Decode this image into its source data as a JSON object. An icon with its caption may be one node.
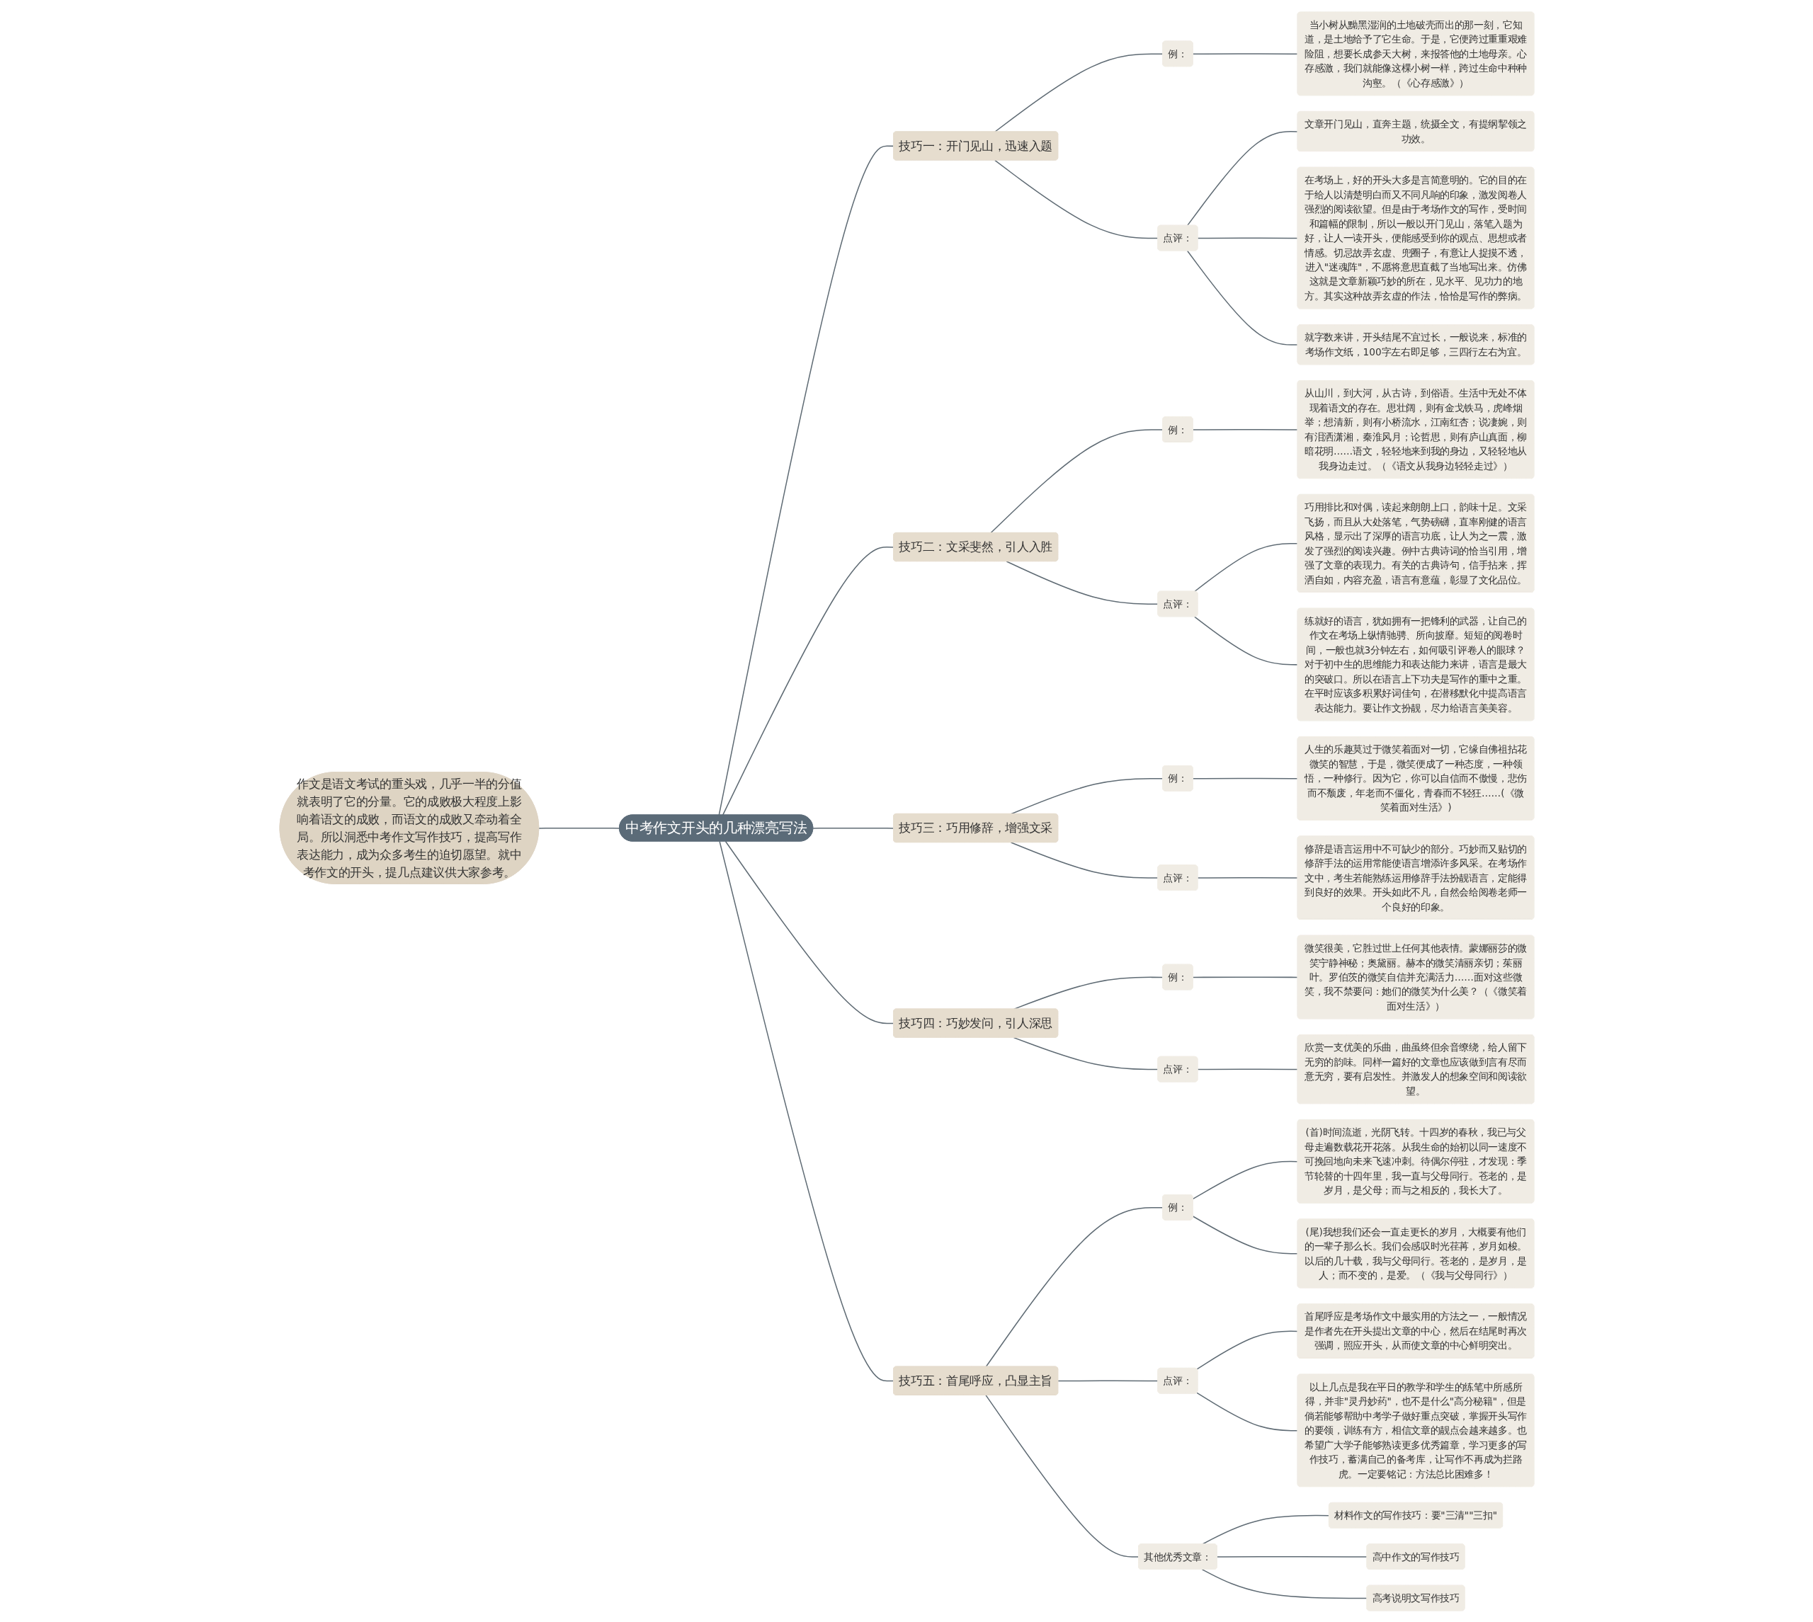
{
  "diagram": {
    "nodes": [
      {
        "text": [
          "中考作文开头的几种漂亮写法"
        ]
      },
      {
        "text": [
          "作文是语文考试的重头戏，几乎一半的分值就表明了它的分量。它的成败极大程度上影响着语文的成败，而语文的成败又牵动着全局。所以洞悉中考作文写作技巧，提高写作表达能力，成为众多考生的迫切愿望。就中考作文的开头，提几点建议供大家参考。"
        ]
      },
      {
        "text": [
          "技巧一：开门见山，迅速入题"
        ]
      },
      {
        "text": [
          "例："
        ]
      },
      {
        "text": [
          "当小树从黝黑湿润的土地破壳而出的那一刻，它知道，是土地给予了它生命。于是，它便跨过重重艰难险阻，想要长成参天大树，来报答他的土地母亲。心存感激，我们就能像这棵小树一样，跨过生命中种种沟壑。（《心存感激》）"
        ]
      },
      {
        "text": [
          "点评："
        ]
      },
      {
        "text": [
          "文章开门见山，直奔主题，统摄全文，有提纲挈领之功效。"
        ]
      },
      {
        "text": [
          "在考场上，好的开头大多是言简意明的。它的目的在于给人以清楚明白而又不同凡响的印象，激发阅卷人强烈的阅读欲望。但是由于考场作文的写作，受时间和篇幅的限制，所以一般以开门见山，落笔入题为好，让人一读开头，便能感受到你的观点、思想或者情感。切忌故弄玄虚、兜圈子，有意让人捉摸不透，进入\"迷魂阵\"，不愿将意思直截了当地写出来。仿佛这就是文章新颖巧妙的所在，见水平、见功力的地方。其实这种故弄玄虚的作法，恰恰是写作的弊病。"
        ]
      },
      {
        "text": [
          "就字数来讲，开头结尾不宜过长，一般说来，标准的考场作文纸，100字左右即足够，三四行左右为宜。"
        ]
      },
      {
        "text": [
          "技巧二：文采斐然，引人入胜"
        ]
      },
      {
        "text": [
          "例："
        ]
      },
      {
        "text": [
          "从山川，到大河，从古诗，到俗语。生活中无处不体现着语文的存在。思壮阔，则有金戈铁马，虎峰烟举；想清新，则有小桥流水，江南红杏；说凄婉，则有泪洒潇湘，秦淮风月；论哲思，则有庐山真面，柳暗花明……语文，轻轻地来到我的身边，又轻轻地从我身边走过。（《语文从我身边轻轻走过》）"
        ]
      },
      {
        "text": [
          "点评："
        ]
      },
      {
        "text": [
          "巧用排比和对偶，读起来朗朗上口，韵味十足。文采飞扬，而且从大处落笔，气势磅礴，直率刚健的语言风格，显示出了深厚的语言功底，让人为之一震，激发了强烈的阅读兴趣。例中古典诗词的恰当引用，增强了文章的表现力。有关的古典诗句，信手拈来，挥洒自如，内容充盈，语言有意蕴，彰显了文化品位。"
        ]
      },
      {
        "text": [
          "练就好的语言，犹如拥有一把锋利的武器，让自己的作文在考场上纵情驰骋、所向披靡。短短的阅卷时间，一般也就3分钟左右，如何吸引评卷人的眼球？对于初中生的思维能力和表达能力来讲，语言是最大的突破口。所以在语言上下功夫是写作的重中之重。在平时应该多积累好词佳句，在潜移默化中提高语言表达能力。要让作文扮靓，尽力给语言美美容。"
        ]
      },
      {
        "text": [
          "技巧三：巧用修辞，增强文采"
        ]
      },
      {
        "text": [
          "例："
        ]
      },
      {
        "text": [
          "人生的乐趣莫过于微笑着面对一切，它缘自佛祖拈花微笑的智慧，于是，微笑便成了一种态度，一种领悟，一种修行。因为它，你可以自信而不傲慢，悲伤而不颓废，年老而不僵化，青春而不轻狂……(《微笑着面对生活》)"
        ]
      },
      {
        "text": [
          "点评："
        ]
      },
      {
        "text": [
          "修辞是语言运用中不可缺少的部分。巧妙而又贴切的修辞手法的运用常能使语言增添许多风采。在考场作文中，考生若能熟练运用修辞手法扮靓语言，定能得到良好的效果。开头如此不凡，自然会给阅卷老师一个良好的印象。"
        ]
      },
      {
        "text": [
          "技巧四：巧妙发问，引人深思"
        ]
      },
      {
        "text": [
          "例："
        ]
      },
      {
        "text": [
          "微笑很美，它胜过世上任何其他表情。蒙娜丽莎的微笑宁静神秘；奥黛丽。赫本的微笑清丽亲切；茱丽叶。罗伯茨的微笑自信并充满活力……面对这些微笑，我不禁要问：她们的微笑为什么美？（《微笑着面对生活》）"
        ]
      },
      {
        "text": [
          "点评："
        ]
      },
      {
        "text": [
          "欣赏一支优美的乐曲，曲虽终但余音缭绕，给人留下无穷的韵味。同样一篇好的文章也应该做到言有尽而意无穷，要有启发性。并激发人的想象空间和阅读欲望。"
        ]
      },
      {
        "text": [
          "技巧五：首尾呼应，凸显主旨"
        ]
      },
      {
        "text": [
          "例："
        ]
      },
      {
        "text": [
          "(首)时间流逝，光阴飞转。十四岁的春秋，我已与父母走遍数载花开花落。从我生命的始初以同一速度不可挽回地向未来飞速冲刺。待偶尔停驻，才发现：季节轮替的十四年里，我一直与父母同行。苍老的，是岁月，是父母；而与之相反的，我长大了。"
        ]
      },
      {
        "text": [
          "(尾)我想我们还会一直走更长的岁月，大概要有他们的一辈子那么长。我们会感叹时光荏苒，岁月如梭。以后的几十载，我与父母同行。苍老的，是岁月，是人；而不变的，是爱。（《我与父母同行》）"
        ]
      },
      {
        "text": [
          "点评："
        ]
      },
      {
        "text": [
          "首尾呼应是考场作文中最实用的方法之一，一般情况是作者先在开头提出文章的中心，然后在结尾时再次强调，照应开头，从而使文章的中心鲜明突出。"
        ]
      },
      {
        "text": [
          "以上几点是我在平日的教学和学生的练笔中所感所得，并非\"灵丹妙药\"，也不是什么\"高分秘籍\"，但是倘若能够帮助中考学子做好重点突破，掌握开头写作的要领，训练有方，相信文章的靓点会越来越多。也希望广大学子能够熟读更多优秀篇章，学习更多的写作技巧，蓄满自己的备考库，让写作不再成为拦路虎。一定要铭记：方法总比困难多！"
        ]
      },
      {
        "text": [
          "其他优秀文章："
        ]
      },
      {
        "text": [
          "材料作文的写作技巧：要\"三清\"\"三扣\""
        ]
      },
      {
        "text": [
          "高中作文的写作技巧"
        ]
      },
      {
        "text": [
          "高考说明文写作技巧"
        ]
      }
    ],
    "edges": [
      {
        "from": 0,
        "to": 1,
        "arrow": "none"
      },
      {
        "from": 0,
        "to": 2,
        "arrow": "none"
      },
      {
        "from": 2,
        "to": 3,
        "arrow": "none"
      },
      {
        "from": 3,
        "to": 4,
        "arrow": "none"
      },
      {
        "from": 2,
        "to": 5,
        "arrow": "none"
      },
      {
        "from": 5,
        "to": 6,
        "arrow": "none"
      },
      {
        "from": 5,
        "to": 7,
        "arrow": "none"
      },
      {
        "from": 5,
        "to": 8,
        "arrow": "none"
      },
      {
        "from": 0,
        "to": 9,
        "arrow": "none"
      },
      {
        "from": 9,
        "to": 10,
        "arrow": "none"
      },
      {
        "from": 10,
        "to": 11,
        "arrow": "none"
      },
      {
        "from": 9,
        "to": 12,
        "arrow": "none"
      },
      {
        "from": 12,
        "to": 13,
        "arrow": "none"
      },
      {
        "from": 12,
        "to": 14,
        "arrow": "none"
      },
      {
        "from": 0,
        "to": 15,
        "arrow": "none"
      },
      {
        "from": 15,
        "to": 16,
        "arrow": "none"
      },
      {
        "from": 16,
        "to": 17,
        "arrow": "none"
      },
      {
        "from": 15,
        "to": 18,
        "arrow": "none"
      },
      {
        "from": 18,
        "to": 19,
        "arrow": "none"
      },
      {
        "from": 0,
        "to": 20,
        "arrow": "none"
      },
      {
        "from": 20,
        "to": 21,
        "arrow": "none"
      },
      {
        "from": 21,
        "to": 22,
        "arrow": "none"
      },
      {
        "from": 20,
        "to": 23,
        "arrow": "none"
      },
      {
        "from": 23,
        "to": 24,
        "arrow": "none"
      },
      {
        "from": 0,
        "to": 25,
        "arrow": "none"
      },
      {
        "from": 25,
        "to": 26,
        "arrow": "none"
      },
      {
        "from": 26,
        "to": 27,
        "arrow": "none"
      },
      {
        "from": 26,
        "to": 28,
        "arrow": "none"
      },
      {
        "from": 25,
        "to": 29,
        "arrow": "none"
      },
      {
        "from": 29,
        "to": 30,
        "arrow": "none"
      },
      {
        "from": 29,
        "to": 31,
        "arrow": "none"
      },
      {
        "from": 25,
        "to": 32,
        "arrow": "none"
      },
      {
        "from": 32,
        "to": 33,
        "arrow": "none"
      },
      {
        "from": 32,
        "to": 34,
        "arrow": "none"
      },
      {
        "from": 32,
        "to": 35,
        "arrow": "none"
      }
    ]
  }
}
